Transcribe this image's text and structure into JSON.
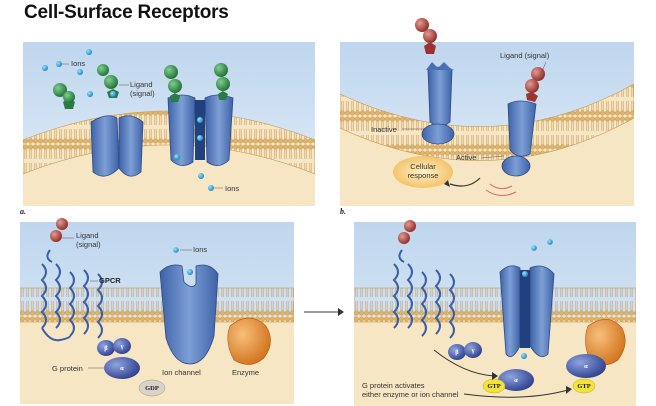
{
  "title": "Cell-Surface Receptors",
  "panel_a": {
    "letter": "a.",
    "ions_top": "Ions",
    "ligand_line1": "Ligand",
    "ligand_line2": "(signal)",
    "ions_bottom": "Ions"
  },
  "panel_b": {
    "letter": "b.",
    "ligand": "Ligand (signal)",
    "inactive": "Inactive",
    "active": "Active",
    "response_line1": "Cellular",
    "response_line2": "response"
  },
  "panel_c": {
    "ligand_line1": "Ligand",
    "ligand_line2": "(signal)",
    "gpcr": "GPCR",
    "ions": "Ions",
    "g_protein": "G protein",
    "ion_channel": "Ion channel",
    "enzyme": "Enzyme",
    "gdp": "GDP",
    "beta": "β",
    "gamma": "γ",
    "alpha": "α"
  },
  "panel_d": {
    "caption_line1": "G protein activates",
    "caption_line2": "either enzyme or ion channel",
    "gtp": "GTP",
    "beta": "β",
    "gamma": "γ",
    "alpha": "α"
  },
  "colors": {
    "sky": "#c9dcef",
    "cytoplasm": "#f6e6c4",
    "membrane": "#e9c483",
    "receptor_blue": "#5b7fbf",
    "ligand_green": "#2f8a4a",
    "ligand_red": "#b0443c",
    "ion_cyan": "#2aa6d8",
    "enzyme_orange": "#e98a2c",
    "gtp_yellow": "#f3e23b"
  }
}
